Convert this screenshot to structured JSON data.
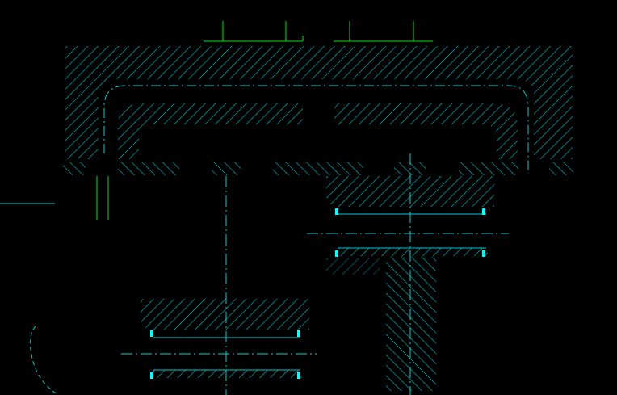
{
  "canvas": {
    "background": "#000000"
  },
  "colors": {
    "hatch": "#00c8d2",
    "centerline": "#00d2d2",
    "dimension": "#00e600",
    "marker": "#00ffff"
  },
  "icons": [
    "cad-section-hatch",
    "cad-centerline",
    "cad-dimension-line",
    "cad-bearing-marker"
  ]
}
